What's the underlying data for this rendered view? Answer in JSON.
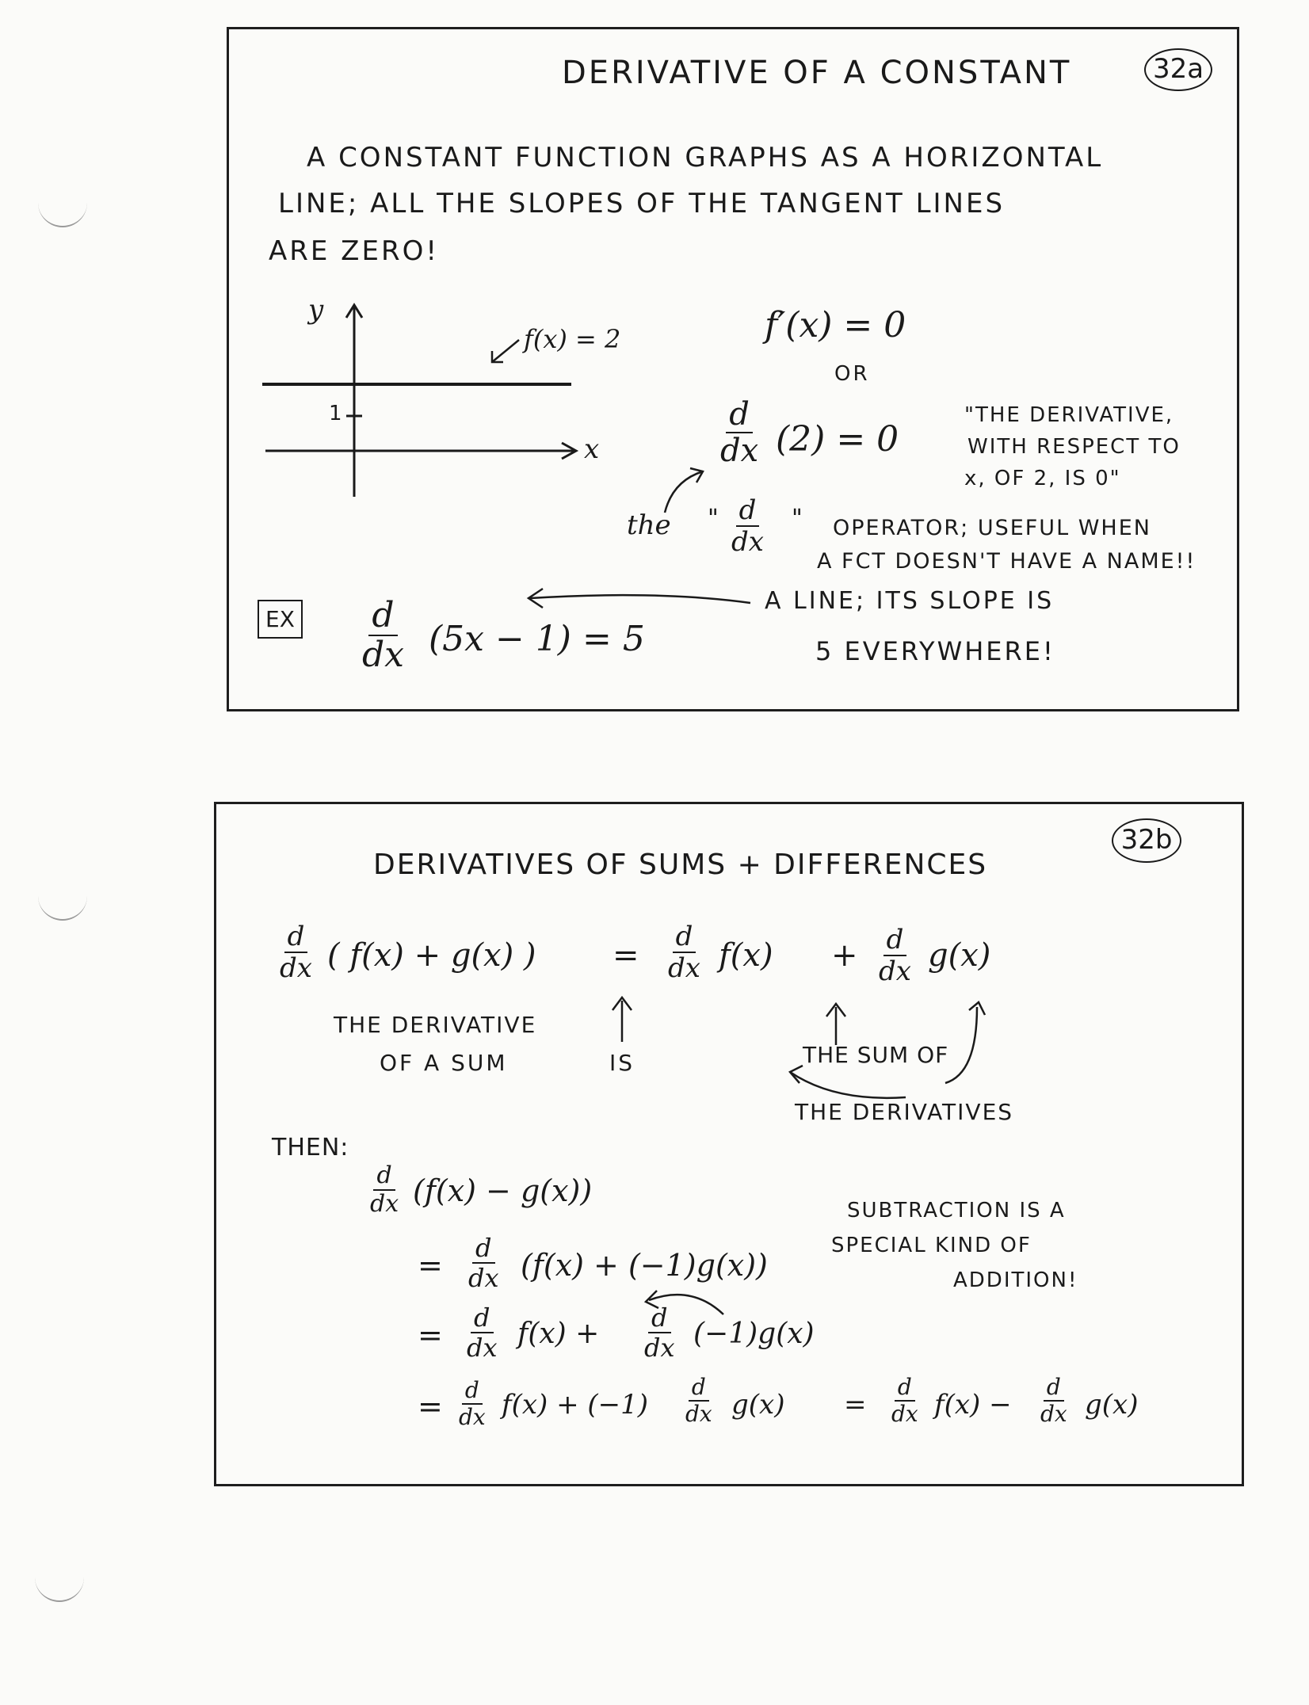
{
  "panel_a": {
    "badge": "32a",
    "title": "DERIVATIVE OF A CONSTANT",
    "intro": [
      "A CONSTANT FUNCTION GRAPHS AS A HORIZONTAL",
      "LINE; ALL THE SLOPES OF THE TANGENT LINES",
      "ARE ZERO!"
    ],
    "graph": {
      "y_label": "y",
      "x_label": "x",
      "tick": "1",
      "fn_label": "f(x) = 2"
    },
    "eq1": "f′(x) = 0",
    "or": "OR",
    "eq2_d": "d",
    "eq2_dx": "dx",
    "eq2_rest": "(2) = 0",
    "quote": [
      "\"THE DERIVATIVE,",
      "WITH RESPECT TO",
      "x, OF 2, IS 0\""
    ],
    "the": "the",
    "op_d": "d",
    "op_dx": "dx",
    "operator": [
      "OPERATOR; USEFUL WHEN",
      "A FCT DOESN'T HAVE A NAME!!"
    ],
    "ex_badge": "EX",
    "ex_d": "d",
    "ex_dx": "dx",
    "ex_rest": "(5x − 1) = 5",
    "ex_note": [
      "A LINE; ITS SLOPE IS",
      "5 EVERYWHERE!"
    ]
  },
  "panel_b": {
    "badge": "32b",
    "title": "DERIVATIVES OF SUMS + DIFFERENCES",
    "d": "d",
    "dx": "dx",
    "sum_lhs": "( f(x) + g(x) )",
    "eq": "=",
    "sum_f": "f(x)",
    "plus": "+",
    "sum_g": "g(x)",
    "ann_left": [
      "THE DERIVATIVE",
      "OF A SUM"
    ],
    "ann_is": "IS",
    "ann_right": [
      "THE SUM OF",
      "THE DERIVATIVES"
    ],
    "then": "THEN:",
    "diff_lhs": "(f(x) − g(x))",
    "line2": "(f(x) + (−1)g(x))",
    "line3a": "f(x) +",
    "line3b": "(−1)g(x)",
    "line4a": "f(x) + (−1)",
    "line4b": "g(x)",
    "line4c": "f(x) −",
    "line4d": "g(x)",
    "sub_note": [
      "SUBTRACTION IS A",
      "SPECIAL KIND OF",
      "ADDITION!"
    ]
  }
}
